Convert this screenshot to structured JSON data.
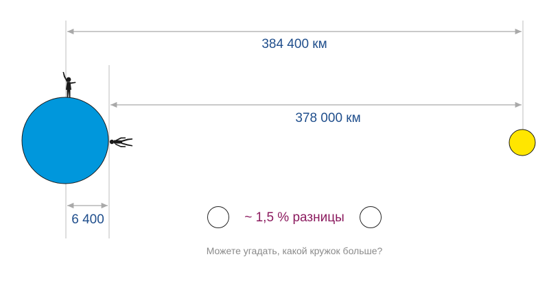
{
  "labels": {
    "earth_moon_center_distance": "384 400 км",
    "surface_to_moon_distance": "378 000 км",
    "earth_radius": "6 400",
    "difference": "~ 1,5 % разницы",
    "question": "Можете угадать, какой кружок больше?"
  },
  "colors": {
    "earth": "#0097dc",
    "moon": "#ffe600",
    "dimension_lines": "#b9b9b9",
    "label_blue": "#1f4e8c",
    "label_purple": "#8b1a5e",
    "label_gray": "#8a8a8a"
  },
  "icons": {
    "person_standing": "person-standing-icon",
    "person_lying": "person-lying-icon"
  }
}
